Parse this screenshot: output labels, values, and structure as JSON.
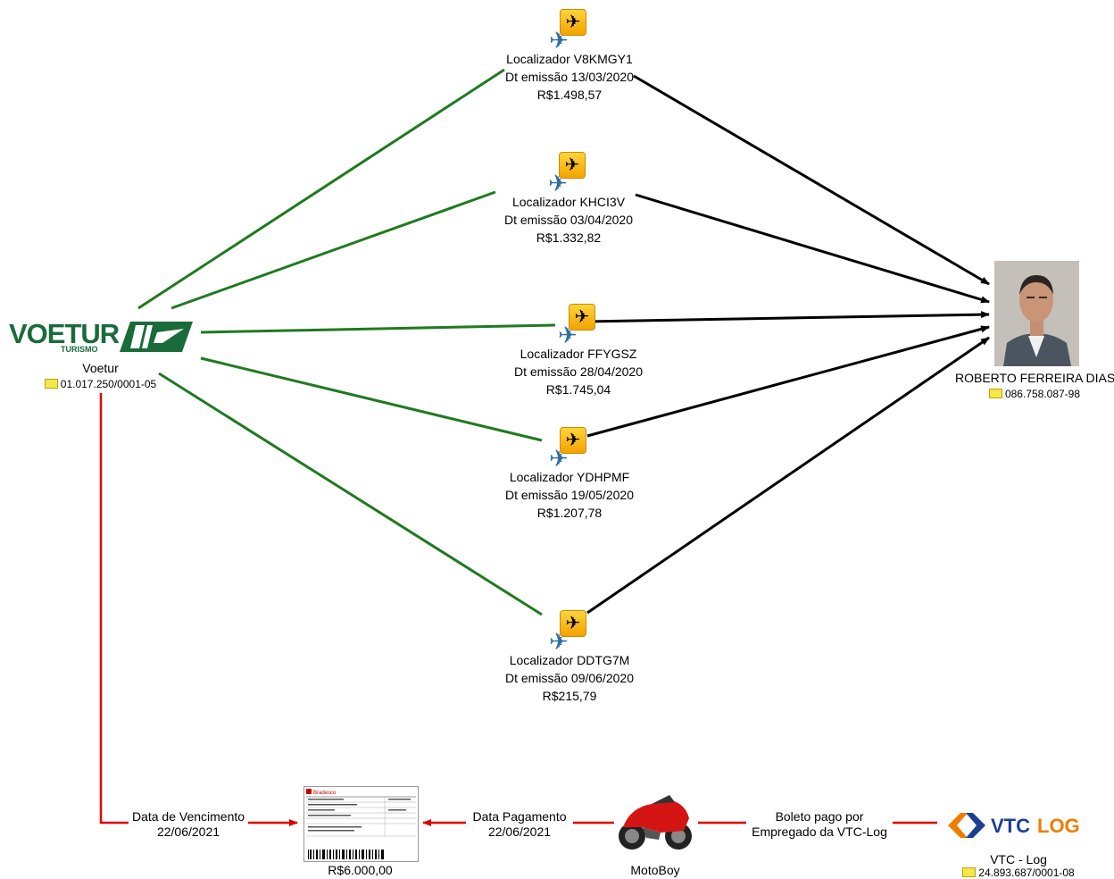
{
  "colors": {
    "green_edge": "#1f7a1f",
    "black_edge": "#000000",
    "red_edge": "#e00000"
  },
  "voetur": {
    "logo_text": "VOETUR",
    "logo_subtext": "TURISMO",
    "name": "Voetur",
    "cnpj": "01.017.250/0001-05"
  },
  "person": {
    "name": "ROBERTO FERREIRA DIAS",
    "cpf": "086.758.087-98"
  },
  "tickets": [
    {
      "code": "Localizador V8KMGY1",
      "date": "Dt emissão 13/03/2020",
      "value": "R$1.498,57"
    },
    {
      "code": "Localizador KHCI3V",
      "date": "Dt emissão 03/04/2020",
      "value": "R$1.332,82"
    },
    {
      "code": "Localizador FFYGSZ",
      "date": "Dt emissão 28/04/2020",
      "value": "R$1.745,04"
    },
    {
      "code": "Localizador YDHPMF",
      "date": "Dt emissão 19/05/2020",
      "value": "R$1.207,78"
    },
    {
      "code": "Localizador DDTG7M",
      "date": "Dt emissão 09/06/2020",
      "value": "R$215,79"
    }
  ],
  "boleto": {
    "bank": "Bradesco",
    "value": "R$6.000,00"
  },
  "motoboy": {
    "name": "MotoBoy"
  },
  "vtc": {
    "logo_text_a": "VTC",
    "logo_text_b": "LOG",
    "name": "VTC - Log",
    "cnpj": "24.893.687/0001-08"
  },
  "edge_labels": {
    "vencimento_l1": "Data de Vencimento",
    "vencimento_l2": "22/06/2021",
    "pagamento_l1": "Data Pagamento",
    "pagamento_l2": "22/06/2021",
    "boleto_pago_l1": "Boleto pago por",
    "boleto_pago_l2": "Empregado da VTC-Log"
  }
}
